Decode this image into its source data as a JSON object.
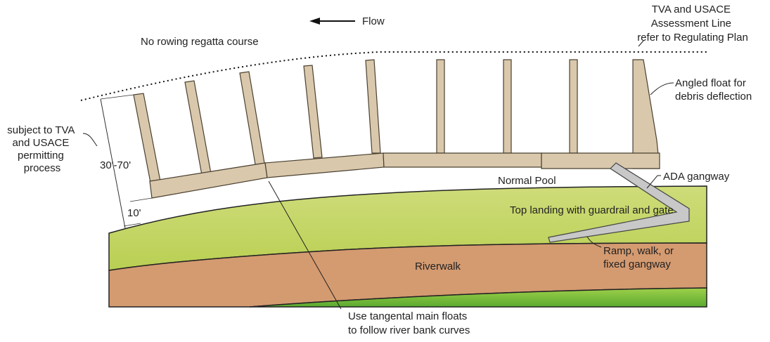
{
  "labels": {
    "flow": "Flow",
    "no_rowing": "No rowing regatta course",
    "assessment_line": [
      "TVA and USACE",
      "Assessment Line",
      "refer to Regulating Plan"
    ],
    "angled_float": [
      "Angled float for",
      "debris deflection"
    ],
    "permitting": [
      "subject to TVA",
      "and USACE",
      "permitting",
      "process"
    ],
    "dimension_length": "30'-70'",
    "dimension_width": "10'",
    "normal_pool": "Normal Pool",
    "ada_gangway": "ADA gangway",
    "top_landing": "Top landing with guardrail and gate",
    "ramp": [
      "Ramp, walk, or",
      "fixed gangway"
    ],
    "riverwalk": "Riverwalk",
    "tangental": [
      "Use tangental main floats",
      "to follow river bank curves"
    ]
  },
  "colors": {
    "float": "#d9c8ac",
    "grass": "#c5d66a",
    "earth": "#d49a70",
    "lower_grass": "#7fbf3f",
    "gangway": "#c8c8c8"
  }
}
